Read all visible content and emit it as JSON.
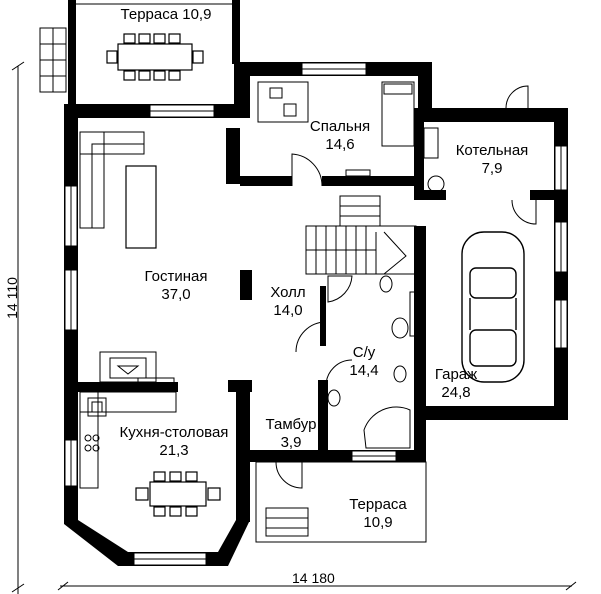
{
  "rooms": {
    "terrace_top": {
      "name": "Терраса",
      "area": "10,9"
    },
    "bedroom": {
      "name": "Спальня",
      "area": "14,6"
    },
    "boiler": {
      "name": "Котельная",
      "area": "7,9"
    },
    "living": {
      "name": "Гостиная",
      "area": "37,0"
    },
    "hall": {
      "name": "Холл",
      "area": "14,0"
    },
    "bathroom": {
      "name": "С/у",
      "area": "14,4"
    },
    "garage": {
      "name": "Гараж",
      "area": "24,8"
    },
    "kitchen": {
      "name": "Кухня-столовая",
      "area": "21,3"
    },
    "vestibule": {
      "name": "Тамбур",
      "area": "3,9"
    },
    "terrace_bottom": {
      "name": "Терраса",
      "area": "10,9"
    }
  },
  "dimensions": {
    "height": "14 110",
    "width": "14 180"
  },
  "colors": {
    "wall": "#000000",
    "line": "#000000",
    "background": "#ffffff"
  }
}
